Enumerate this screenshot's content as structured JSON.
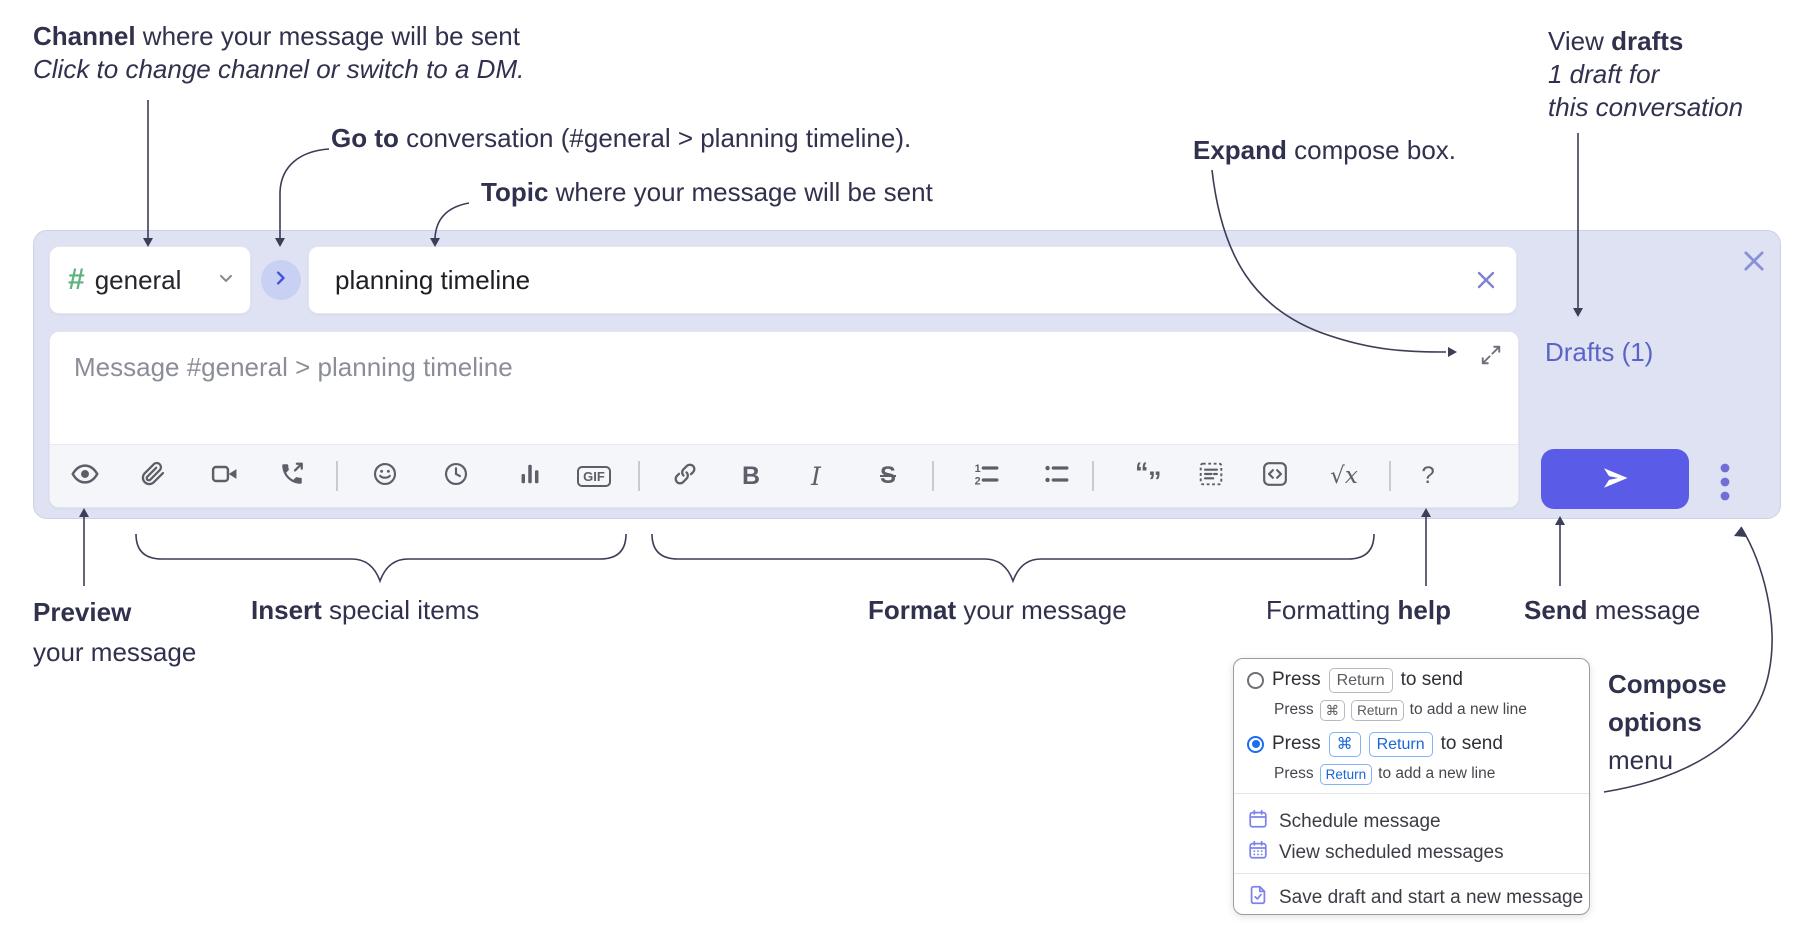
{
  "annotations": {
    "channel": {
      "bold": "Channel",
      "rest": " where your message will be sent",
      "sub": "Click to change channel or switch to a DM."
    },
    "goto": {
      "bold": "Go to",
      "rest": " conversation (#general > planning timeline)."
    },
    "topic": {
      "bold": "Topic",
      "rest": " where your message will be sent"
    },
    "expand": {
      "bold": "Expand",
      "rest": " compose box."
    },
    "drafts": {
      "pre": "View ",
      "bold": "drafts",
      "line2": "1 draft for",
      "line3": "this conversation"
    },
    "preview": {
      "bold": "Preview",
      "line2": "your message"
    },
    "insert": {
      "bold": "Insert",
      "rest": " special items"
    },
    "format": {
      "bold": "Format",
      "rest": " your message"
    },
    "help": {
      "pre": "Formatting ",
      "bold": "help"
    },
    "send": {
      "bold": "Send",
      "rest": " message"
    },
    "compose_menu": {
      "line1": "Compose",
      "line2": "options",
      "line3": "menu"
    }
  },
  "composer": {
    "channel": {
      "hash": "#",
      "name": "general"
    },
    "topic_value": "planning timeline",
    "message_placeholder": "Message #general > planning timeline",
    "drafts_link": "Drafts (1)",
    "toolbar": {
      "gif": "GIF",
      "bold": "B",
      "italic": "I",
      "strike": "S",
      "sqrt_x": "√x",
      "help": "?",
      "quote_open": "“",
      "quote_close": "”",
      "ol_1": "1",
      "ol_2": "2"
    }
  },
  "menu": {
    "opt_return": {
      "pre": "Press",
      "key": "Return",
      "post": "to send",
      "sub_pre": "Press",
      "sub_key1": "⌘",
      "sub_key2": "Return",
      "sub_post": "to add a new line"
    },
    "opt_cmd_return": {
      "pre": "Press",
      "key1": "⌘",
      "key2": "Return",
      "post": "to send",
      "sub_pre": "Press",
      "sub_key": "Return",
      "sub_post": "to add a new line"
    },
    "items": [
      {
        "label": "Schedule message"
      },
      {
        "label": "View scheduled messages"
      },
      {
        "label": "Save draft and start a new message"
      }
    ]
  },
  "colors": {
    "panel": "#dfe2f3",
    "accent": "#5a5be6",
    "drafts_link": "#5a64c8",
    "hash_green": "#5fb37f",
    "radio_blue": "#1a6ef0",
    "key_blue": "#1a66d9",
    "menu_icon_purple": "#7d83ea",
    "icon_gray": "#5c5f69"
  }
}
